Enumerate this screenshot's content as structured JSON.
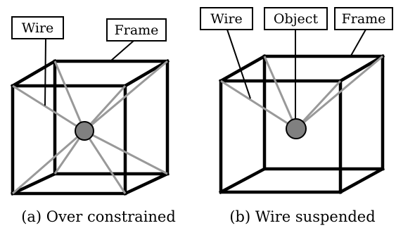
{
  "panels": [
    {
      "caption": "(a) Over constrained",
      "labels": {
        "wire": "Wire",
        "frame": "Frame"
      }
    },
    {
      "caption": "(b) Wire suspended",
      "labels": {
        "wire": "Wire",
        "object": "Object",
        "frame": "Frame"
      }
    }
  ],
  "colors": {
    "frame": "#000000",
    "wire": "#999999",
    "object": "#808080"
  }
}
